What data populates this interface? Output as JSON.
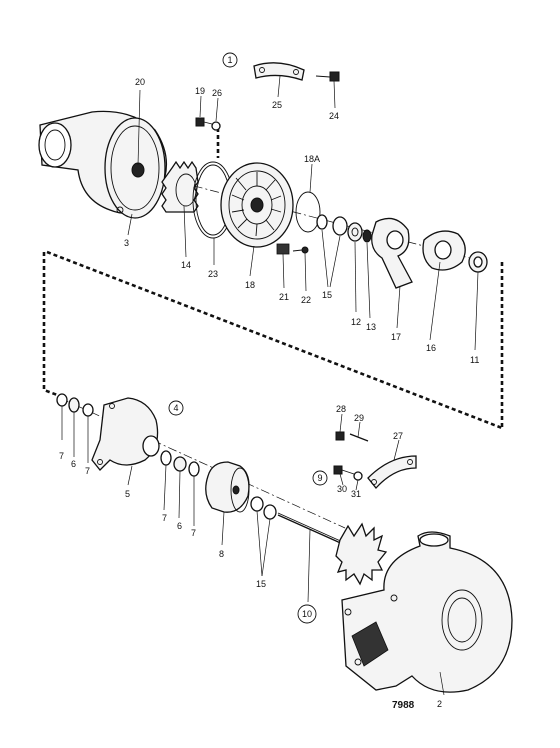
{
  "drawing_number": "7988",
  "group_labels": [
    "1",
    "4",
    "9",
    "10"
  ],
  "part_labels": [
    "2",
    "3",
    "5",
    "6",
    "6",
    "7",
    "7",
    "7",
    "7",
    "8",
    "11",
    "12",
    "13",
    "14",
    "15",
    "15",
    "16",
    "17",
    "18",
    "18A",
    "19",
    "20",
    "21",
    "22",
    "23",
    "24",
    "25",
    "26",
    "27",
    "28",
    "29",
    "30",
    "31"
  ]
}
